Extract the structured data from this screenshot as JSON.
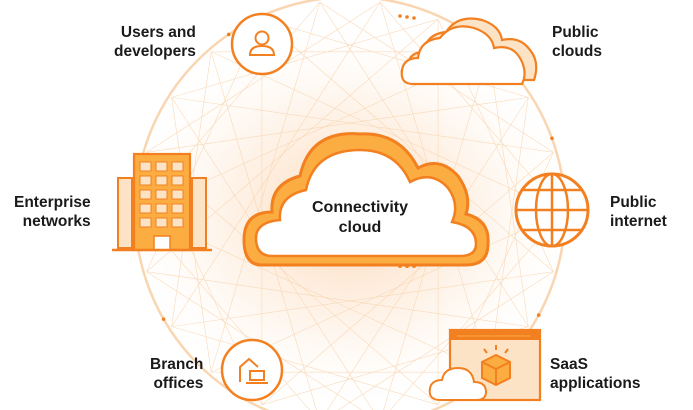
{
  "center": {
    "line1": "Connectivity",
    "line2": "cloud"
  },
  "nodes": {
    "users": {
      "line1": "Users and",
      "line2": "developers",
      "icon": "user-icon"
    },
    "public_clouds": {
      "line1": "Public",
      "line2": "clouds",
      "icon": "cloud-icon"
    },
    "enterprise": {
      "line1": "Enterprise",
      "line2": "networks",
      "icon": "office-building-icon"
    },
    "public_internet": {
      "line1": "Public",
      "line2": "internet",
      "icon": "globe-icon"
    },
    "branch": {
      "line1": "Branch",
      "line2": "offices",
      "icon": "home-laptop-icon"
    },
    "saas": {
      "line1": "SaaS",
      "line2": "applications",
      "icon": "browser-box-icon"
    }
  },
  "colors": {
    "primary": "#F38020",
    "light": "#FBAD41",
    "pale": "#FDE3C5",
    "ring": "#F8D3AA",
    "text": "#1A1A1A"
  }
}
